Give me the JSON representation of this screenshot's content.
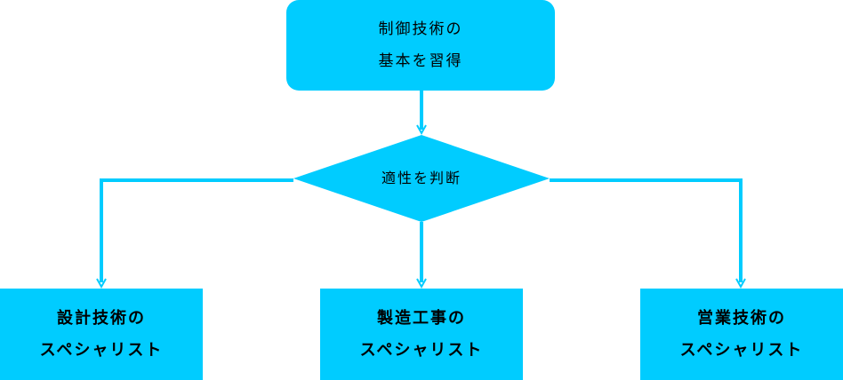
{
  "colors": {
    "node_fill": "#00ccff",
    "connector": "#00ccff",
    "text": "#000000",
    "background": "#ffffff"
  },
  "flowchart": {
    "start": {
      "line1": "制御技術の",
      "line2": "基本を習得"
    },
    "decision": {
      "label": "適性を判断"
    },
    "results": [
      {
        "line1": "設計技術の",
        "line2": "スペシャリスト"
      },
      {
        "line1": "製造工事の",
        "line2": "スペシャリスト"
      },
      {
        "line1": "営業技術の",
        "line2": "スペシャリスト"
      }
    ]
  }
}
